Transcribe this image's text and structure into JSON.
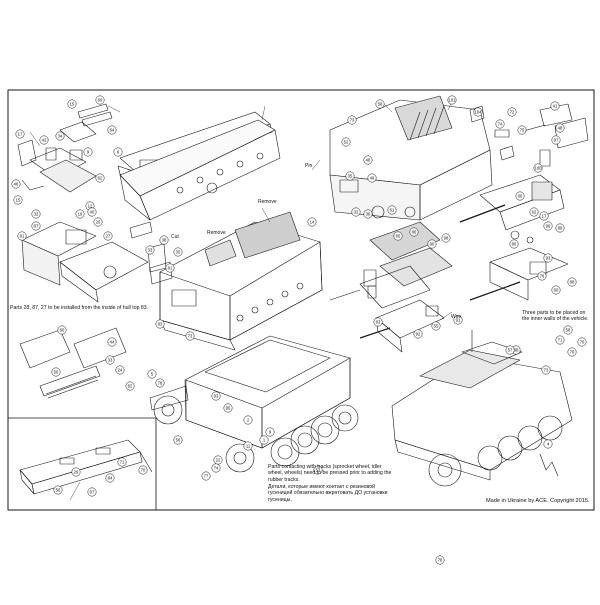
{
  "sheet": {
    "notes": {
      "hull_top_note": "Parts 28, 87, 27 to be installed from the inside of hull top 83.",
      "three_parts_note": "Three parts to be placed on the inner walls of the vehicle.",
      "wheels_note_en": "Parts contacting with tracks (sprocket wheel, idler wheel, wheels) need to be pressed prior to adding the rubber tracks.",
      "wheels_note_ru": "Детали, которые имеют контакт с резиновой гусеницей обязательно вжрнтовать ДО установки гусеницы."
    },
    "credit": "Made in Ukraine by ACE. Copyright 2015.",
    "labels": {
      "remove_1": "Remove",
      "remove_2": "Remove",
      "pin": "Pin",
      "wire": "Wire",
      "cut": "Cut"
    },
    "callouts": [
      "15",
      "64",
      "6",
      "69",
      "17",
      "42",
      "34",
      "9",
      "46",
      "62",
      "15",
      "32",
      "19",
      "12",
      "81",
      "87",
      "40",
      "26",
      "27",
      "33",
      "35",
      "58",
      "101",
      "104",
      "72",
      "74",
      "75",
      "73",
      "52",
      "48",
      "49",
      "35",
      "36",
      "61",
      "32",
      "41",
      "48",
      "97",
      "100",
      "99",
      "60",
      "17",
      "89",
      "62",
      "60",
      "93",
      "76",
      "88",
      "80",
      "90",
      "98",
      "85",
      "86",
      "83",
      "81",
      "14",
      "63",
      "92",
      "91",
      "55",
      "60",
      "50",
      "44",
      "33",
      "24",
      "82",
      "38",
      "58",
      "70",
      "71",
      "76",
      "73",
      "88",
      "78",
      "56",
      "77",
      "22",
      "11",
      "1",
      "9",
      "2",
      "95",
      "93",
      "53",
      "57",
      "4",
      "5",
      "73",
      "74",
      "56",
      "71",
      "70",
      "84",
      "67",
      "29",
      "78"
    ]
  }
}
